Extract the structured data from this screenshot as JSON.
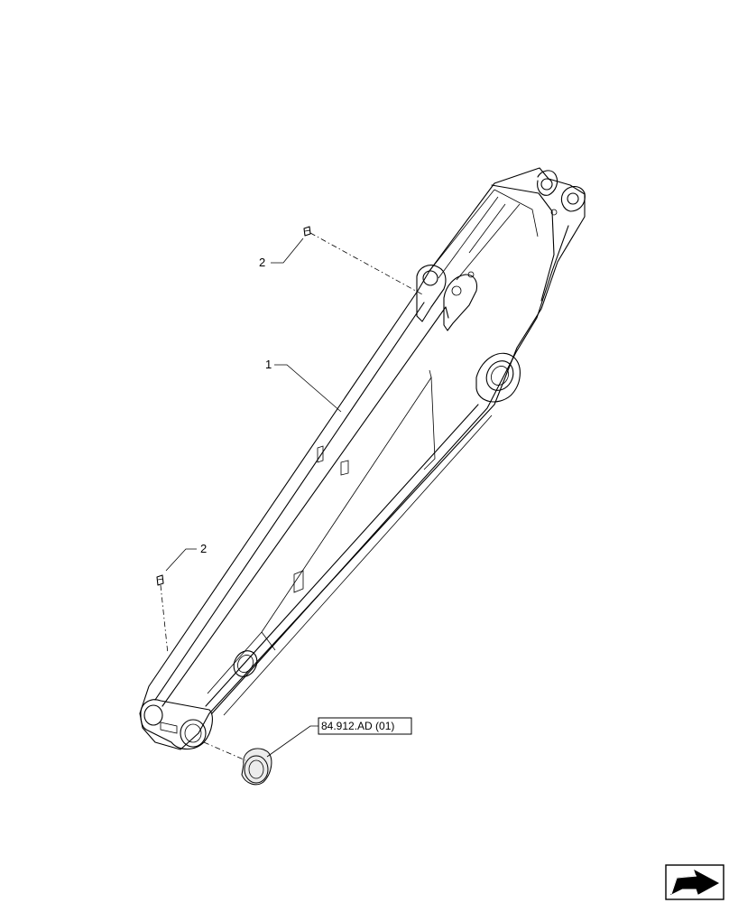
{
  "diagram": {
    "callouts": [
      {
        "id": "callout-1",
        "text": "1"
      },
      {
        "id": "callout-2-top",
        "text": "2"
      },
      {
        "id": "callout-2-bottom",
        "text": "2"
      }
    ],
    "reference": {
      "text": "84.912.AD (01)"
    },
    "nav_icon": "next-page-arrow-icon"
  }
}
